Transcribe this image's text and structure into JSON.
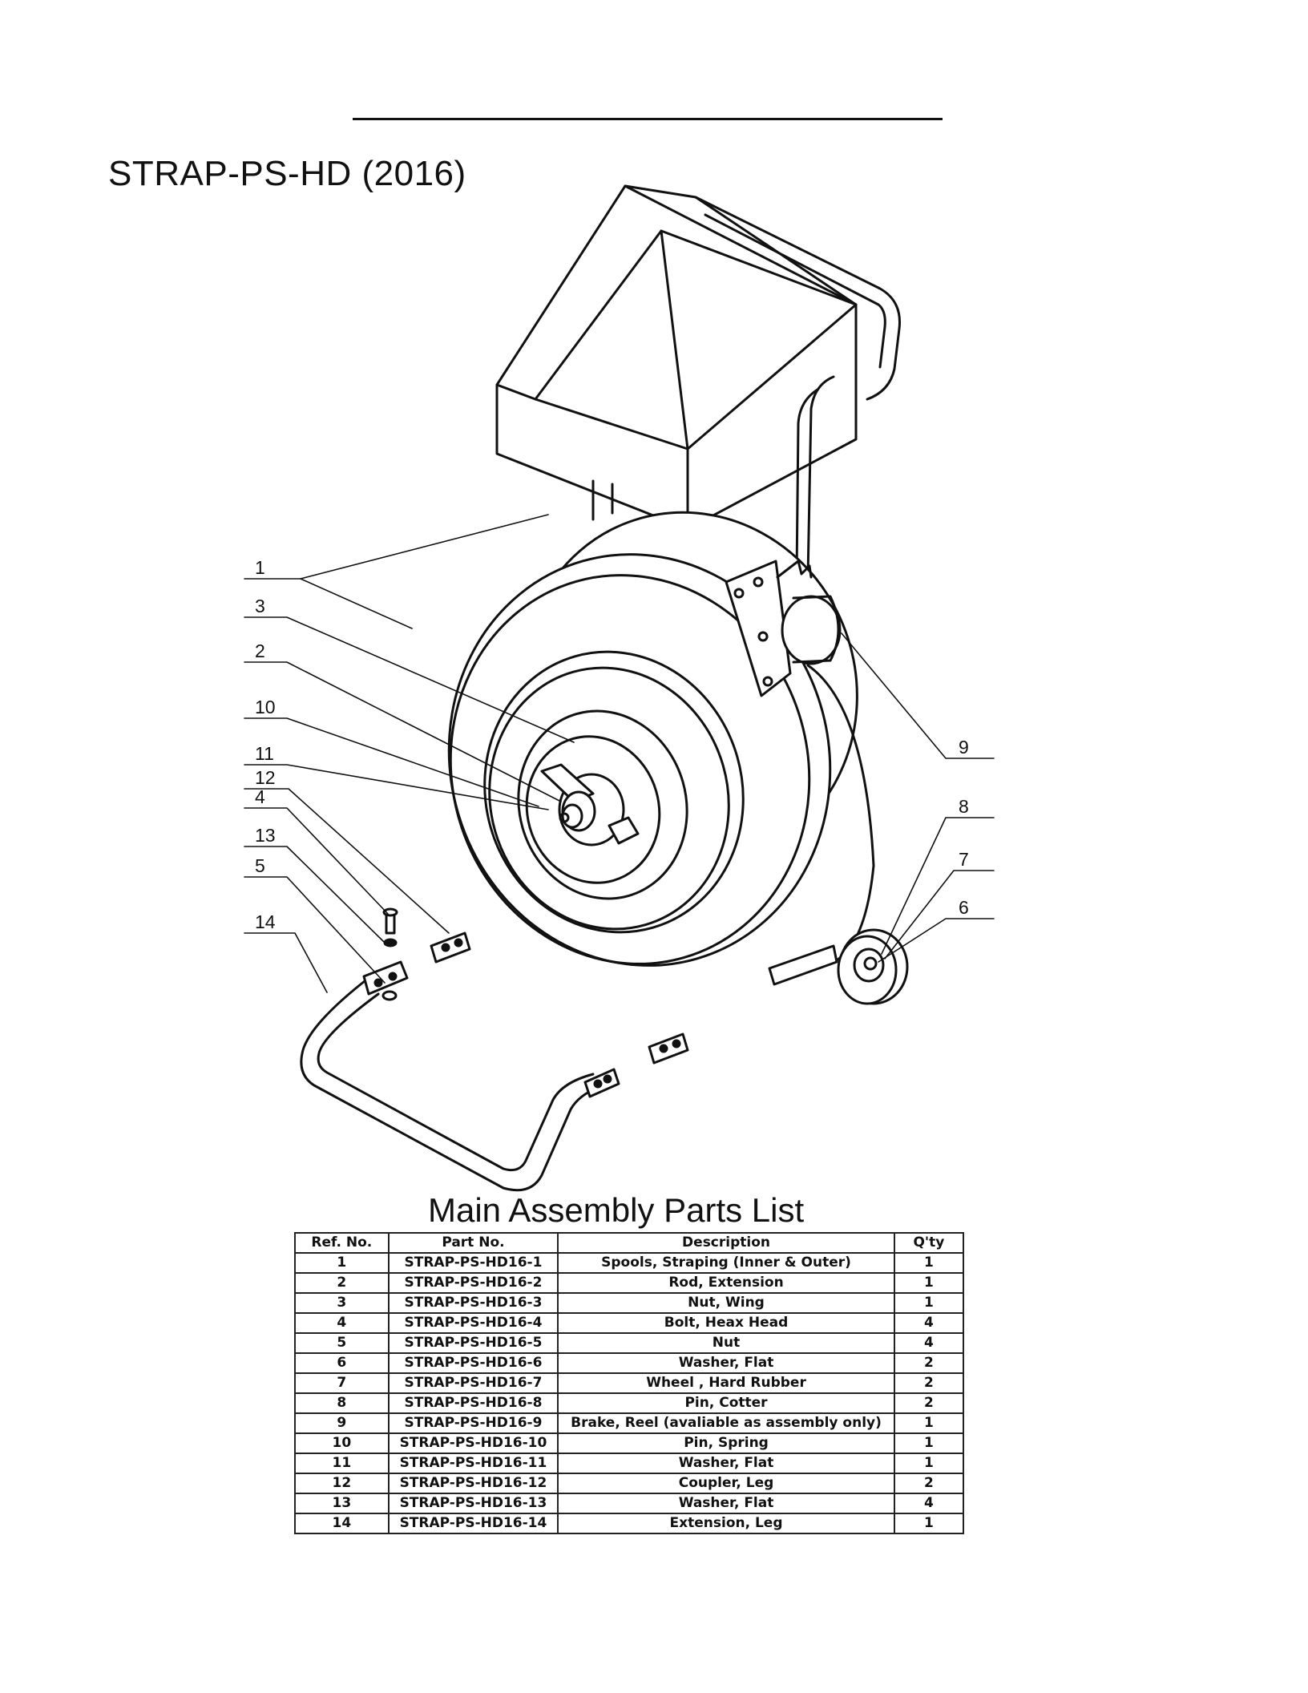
{
  "header": {
    "title": "STRAP-PS-HD (2016)"
  },
  "diagram": {
    "callouts": [
      "1",
      "3",
      "2",
      "10",
      "11",
      "12",
      "4",
      "13",
      "5",
      "14",
      "9",
      "8",
      "7",
      "6"
    ]
  },
  "parts_list": {
    "title": "Main Assembly Parts List",
    "columns": [
      "Ref. No.",
      "Part No.",
      "Description",
      "Q'ty"
    ],
    "rows": [
      [
        "1",
        "STRAP-PS-HD16-1",
        "Spools, Straping (Inner & Outer)",
        "1"
      ],
      [
        "2",
        "STRAP-PS-HD16-2",
        "Rod, Extension",
        "1"
      ],
      [
        "3",
        "STRAP-PS-HD16-3",
        "Nut, Wing",
        "1"
      ],
      [
        "4",
        "STRAP-PS-HD16-4",
        "Bolt, Heax Head",
        "4"
      ],
      [
        "5",
        "STRAP-PS-HD16-5",
        "Nut",
        "4"
      ],
      [
        "6",
        "STRAP-PS-HD16-6",
        "Washer, Flat",
        "2"
      ],
      [
        "7",
        "STRAP-PS-HD16-7",
        "Wheel , Hard Rubber",
        "2"
      ],
      [
        "8",
        "STRAP-PS-HD16-8",
        "Pin, Cotter",
        "2"
      ],
      [
        "9",
        "STRAP-PS-HD16-9",
        "Brake, Reel (avaliable as assembly only)",
        "1"
      ],
      [
        "10",
        "STRAP-PS-HD16-10",
        "Pin, Spring",
        "1"
      ],
      [
        "11",
        "STRAP-PS-HD16-11",
        "Washer, Flat",
        "1"
      ],
      [
        "12",
        "STRAP-PS-HD16-12",
        "Coupler, Leg",
        "2"
      ],
      [
        "13",
        "STRAP-PS-HD16-13",
        "Washer, Flat",
        "4"
      ],
      [
        "14",
        "STRAP-PS-HD16-14",
        "Extension, Leg",
        "1"
      ]
    ]
  }
}
